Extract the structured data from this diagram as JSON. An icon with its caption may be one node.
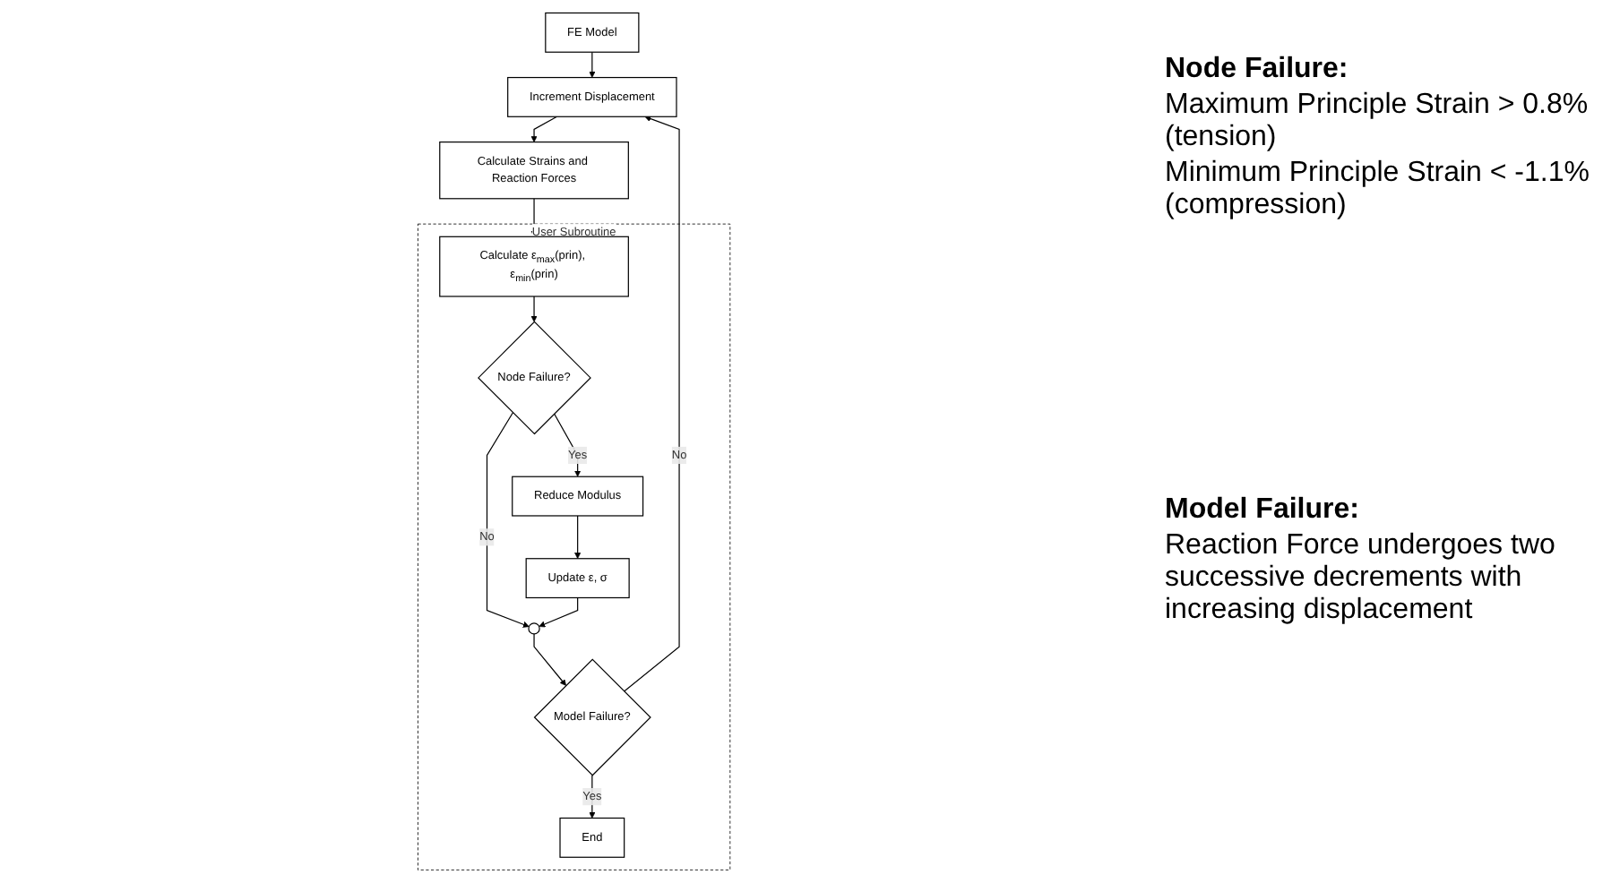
{
  "diagram": {
    "nodes": [
      {
        "text": [
          "FE Model"
        ]
      },
      {
        "text": [
          "Increment Displacement"
        ]
      },
      {
        "text": [
          "Calculate Strains and Reaction Forces"
        ]
      },
      {
        "text": [
          "User Subroutine"
        ]
      },
      {
        "text": [
          "Calculate ε$_{max}$(prin), ε$_{min}$(prin)"
        ],
        "in": 3
      },
      {
        "text": [
          "Node Failure?"
        ],
        "in": 3
      },
      {
        "text": [
          "Reduce Modulus"
        ],
        "in": 3
      },
      {
        "text": [
          "Update ε, σ"
        ],
        "in": 3
      },
      {
        "text": [],
        "shape": "circle",
        "in": 3
      },
      {
        "text": [
          "Model Failure?"
        ],
        "in": 3
      },
      {
        "text": [
          "End"
        ],
        "in": 3
      }
    ],
    "edges": [
      {
        "from": 0,
        "to": 1,
        "arrow": "to"
      },
      {
        "from": 1,
        "to": 2,
        "arrow": "to"
      },
      {
        "from": 2,
        "to": 4,
        "arrow": "to"
      },
      {
        "from": 4,
        "to": 5,
        "arrow": "to"
      },
      {
        "from": 5,
        "to": 6,
        "arrow": "to",
        "label": "Yes"
      },
      {
        "from": 5,
        "to": 8,
        "arrow": "to",
        "label": "No"
      },
      {
        "from": 6,
        "to": 7,
        "arrow": "to"
      },
      {
        "from": 7,
        "to": 8,
        "arrow": "to"
      },
      {
        "from": 8,
        "to": 9,
        "arrow": "to"
      },
      {
        "from": 9,
        "to": 10,
        "arrow": "to",
        "label": "Yes"
      },
      {
        "from": 9,
        "to": 1,
        "arrow": "to",
        "label": "No"
      }
    ],
    "labels": [
      "Node Failure:",
      "Maximum Principle Strain > 0.8% (tension)",
      "Minimum Principle Strain < -1.1% (compression)",
      "Model Failure:",
      "Reaction Force undergoes two successive decrements with increasing displacement"
    ]
  }
}
